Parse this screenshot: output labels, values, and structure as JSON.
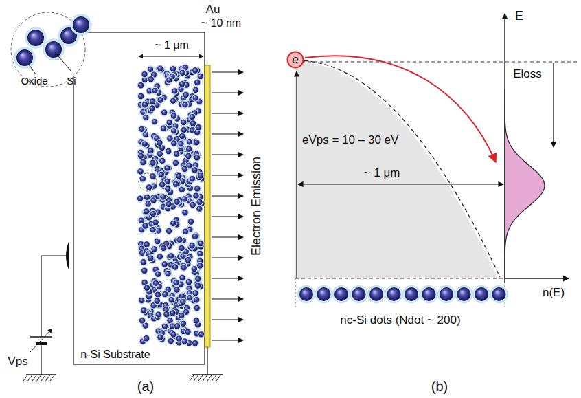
{
  "diagram": {
    "nodes": [
      {
        "text": [
          "e"
        ]
      }
    ],
    "edges": [],
    "labels": [
      "Si",
      "Oxide",
      "Au",
      "~ 10 nm",
      "~ 1 μm",
      "Electron Emission",
      "Vps",
      "n-Si Substrate",
      "(a)",
      "eVps = 10 – 30 eV",
      "~ 1 μm",
      "E",
      "Eloss",
      "n(E)",
      "nc-Si dots (Ndot ~ 200)",
      "(b)"
    ]
  }
}
